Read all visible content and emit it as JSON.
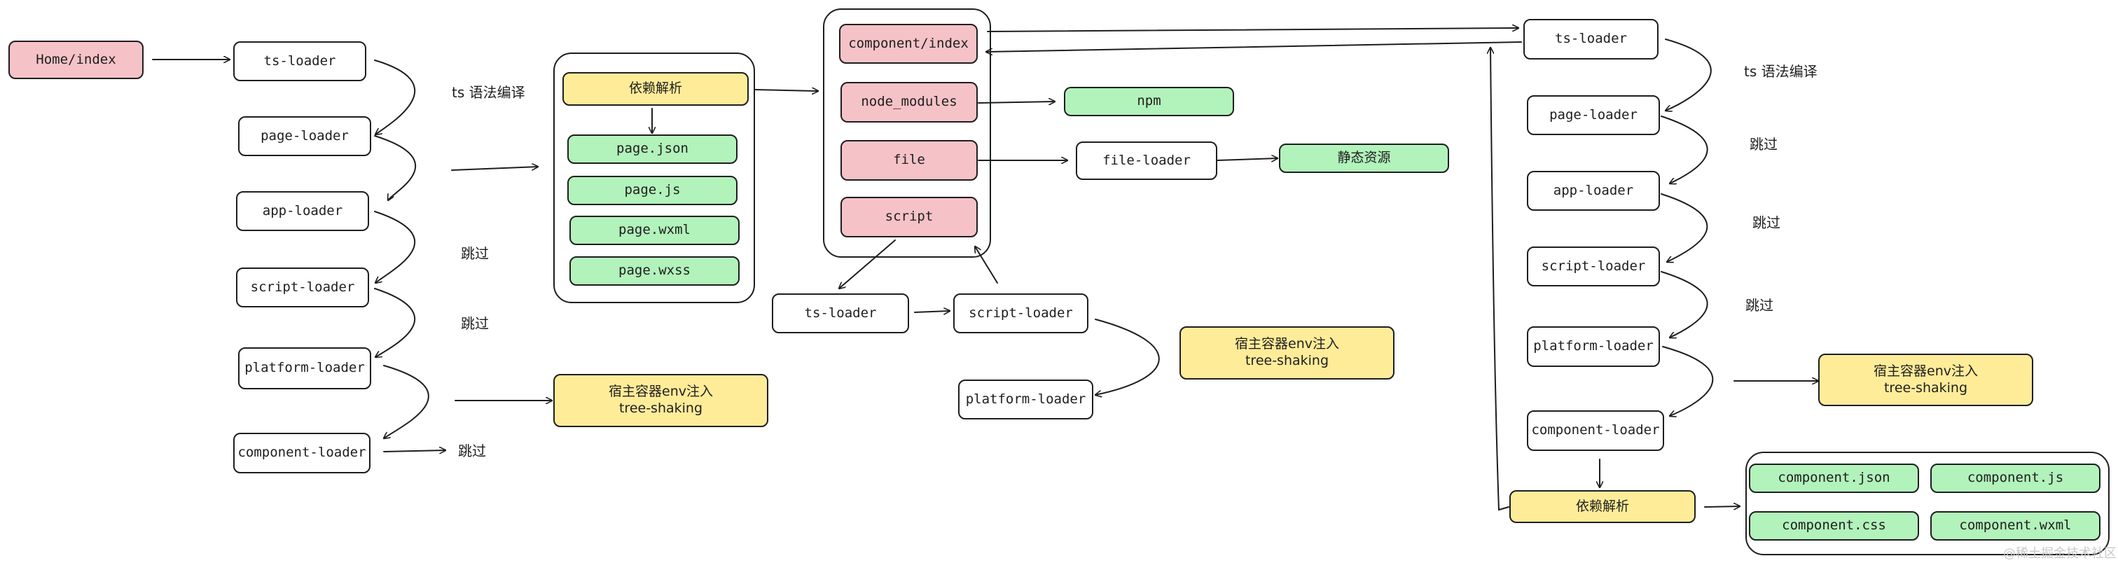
{
  "nodes": {
    "home_index": "Home/index",
    "left_ts_loader": "ts-loader",
    "left_page_loader": "page-loader",
    "left_app_loader": "app-loader",
    "left_script_loader": "script-loader",
    "left_platform_loader": "platform-loader",
    "left_component_loader": "component-loader",
    "dep_parse": "依赖解析",
    "page_json": "page.json",
    "page_js": "page.js",
    "page_wxml": "page.wxml",
    "page_wxss": "page.wxss",
    "left_env_inject": [
      "宿主容器env注入",
      "tree-shaking"
    ],
    "component_index": "component/index",
    "node_modules": "node_modules",
    "file": "file",
    "script": "script",
    "npm": "npm",
    "file_loader": "file-loader",
    "static_assets": "静态资源",
    "mid_ts_loader": "ts-loader",
    "mid_script_loader": "script-loader",
    "mid_platform_loader": "platform-loader",
    "mid_env_inject": [
      "宿主容器env注入",
      "tree-shaking"
    ],
    "right_ts_loader": "ts-loader",
    "right_page_loader": "page-loader",
    "right_app_loader": "app-loader",
    "right_script_loader": "script-loader",
    "right_platform_loader": "platform-loader",
    "right_component_loader": "component-loader",
    "right_env_inject": [
      "宿主容器env注入",
      "tree-shaking"
    ],
    "right_dep_parse": "依赖解析",
    "component_json": "component.json",
    "component_js": "component.js",
    "component_css": "component.css",
    "component_wxml": "component.wxml"
  },
  "labels": {
    "left_ts_compile": "ts 语法编译",
    "left_skip_1": "跳过",
    "left_skip_2": "跳过",
    "left_skip_3": "跳过",
    "right_ts_compile": "ts 语法编译",
    "right_skip_1": "跳过",
    "right_skip_2": "跳过",
    "right_skip_3": "跳过"
  },
  "watermark": "@稀土掘金技术社区",
  "colors": {
    "entry": "#f5c2c7",
    "output": "#b2f2bb",
    "highlight": "#ffec99",
    "stroke": "#1e1e1e"
  }
}
